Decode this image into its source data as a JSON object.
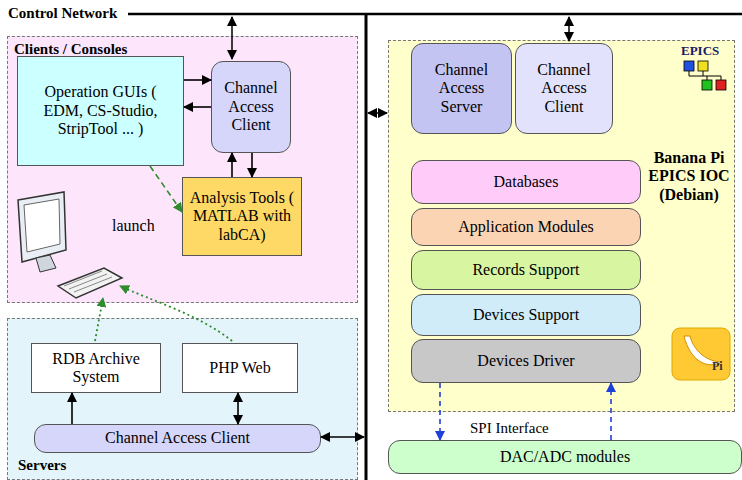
{
  "diagram": {
    "nodes": [
      {
        "text": [
          "Clients / Consoles"
        ]
      },
      {
        "text": [
          "Operation GUIs ( EDM, CS-Studio, StripTool ... )"
        ],
        "in": 0
      },
      {
        "text": [
          "Channel Access Client"
        ],
        "in": 0
      },
      {
        "text": [
          "Analysis Tools ( MATLAB with labCA)"
        ],
        "in": 0
      },
      {
        "text": [
          "Servers"
        ]
      },
      {
        "text": [
          "RDB Archive System"
        ],
        "in": 4
      },
      {
        "text": [
          "PHP Web"
        ],
        "in": 4
      },
      {
        "text": [
          "Channel Access Client"
        ],
        "in": 4
      },
      {
        "text": [
          "Banana Pi EPICS IOC (Debian)"
        ]
      },
      {
        "text": [
          "Channel Access Server"
        ],
        "in": 8
      },
      {
        "text": [
          "Channel Access Client"
        ],
        "in": 8
      },
      {
        "text": [
          "Databases"
        ],
        "in": 8
      },
      {
        "text": [
          "Application Modules"
        ],
        "in": 8
      },
      {
        "text": [
          "Records Support"
        ],
        "in": 8
      },
      {
        "text": [
          "Devices Support"
        ],
        "in": 8
      },
      {
        "text": [
          "Devices Driver"
        ],
        "in": 8
      },
      {
        "text": [
          "DAC/ADC modules"
        ]
      }
    ],
    "edges": [
      {
        "from": 1,
        "to": 2,
        "arrow": "to"
      },
      {
        "from": 2,
        "to": 1,
        "arrow": "to"
      },
      {
        "from": 2,
        "to": 3,
        "arrow": "to"
      },
      {
        "from": 3,
        "to": 2,
        "arrow": "to"
      },
      {
        "from": 1,
        "to": 3,
        "label": "launch",
        "arrow": "to"
      },
      {
        "from": 7,
        "to": 5,
        "arrow": "to"
      },
      {
        "from": 6,
        "to": 7,
        "arrow": "both"
      },
      {
        "from": 15,
        "to": 16,
        "arrow": "to"
      },
      {
        "from": 16,
        "to": 15,
        "arrow": "to"
      }
    ],
    "labels": [
      "Control Network",
      "EPICS",
      "Pi",
      "SPI Interface"
    ]
  }
}
